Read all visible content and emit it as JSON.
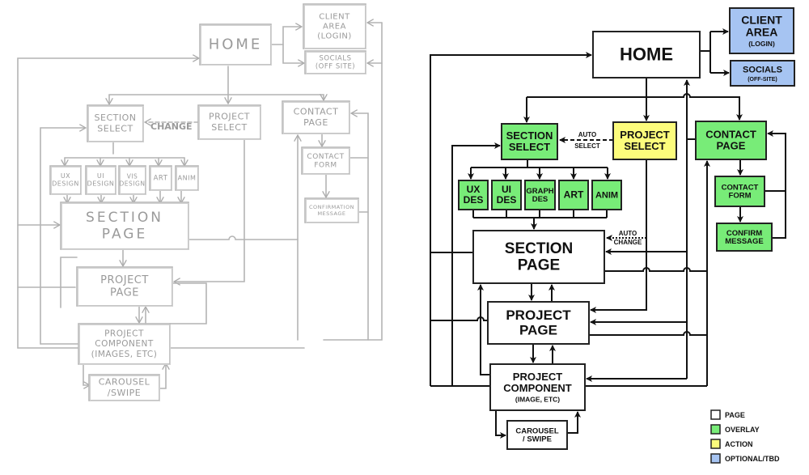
{
  "sketch": {
    "nodes": [
      {
        "id": "home",
        "lines": [
          "HOME"
        ]
      },
      {
        "id": "client_area",
        "lines": [
          "CLIENT",
          "AREA",
          "(LOGIN)"
        ]
      },
      {
        "id": "socials",
        "lines": [
          "SOCIALS",
          "(OFF SITE)"
        ]
      },
      {
        "id": "section_select",
        "lines": [
          "SECTION",
          "SELECT"
        ]
      },
      {
        "id": "project_select",
        "lines": [
          "PROJECT",
          "SELECT"
        ]
      },
      {
        "id": "contact_page",
        "lines": [
          "CONTACT",
          "PAGE"
        ]
      },
      {
        "id": "ux",
        "lines": [
          "UX",
          "DESIGN"
        ]
      },
      {
        "id": "ui",
        "lines": [
          "UI",
          "DESIGN"
        ]
      },
      {
        "id": "vis",
        "lines": [
          "VIS",
          "DESIGN"
        ]
      },
      {
        "id": "art",
        "lines": [
          "ART"
        ]
      },
      {
        "id": "anim",
        "lines": [
          "ANIM"
        ]
      },
      {
        "id": "contact_form",
        "lines": [
          "CONTACT",
          "FORM"
        ]
      },
      {
        "id": "confirmation",
        "lines": [
          "CONFIRMATION",
          "MESSAGE"
        ]
      },
      {
        "id": "section_page",
        "lines": [
          "SECTION",
          "PAGE"
        ]
      },
      {
        "id": "project_page",
        "lines": [
          "PROJECT",
          "PAGE"
        ]
      },
      {
        "id": "component",
        "lines": [
          "PROJECT",
          "COMPONENT",
          "(IMAGES, ETC)"
        ]
      },
      {
        "id": "carousel",
        "lines": [
          "CAROUSEL",
          "/SWIPE"
        ]
      }
    ],
    "change_label": "CHANGE"
  },
  "diagram": {
    "nodes": [
      {
        "id": "home",
        "type": "page",
        "lines": [
          "HOME"
        ]
      },
      {
        "id": "client_area",
        "type": "optional",
        "lines": [
          "CLIENT",
          "AREA"
        ],
        "sub": "(LOGIN)"
      },
      {
        "id": "socials",
        "type": "optional",
        "lines": [
          "SOCIALS"
        ],
        "sub": "(OFF-SITE)"
      },
      {
        "id": "section_select",
        "type": "overlay",
        "lines": [
          "SECTION",
          "SELECT"
        ]
      },
      {
        "id": "project_select",
        "type": "action",
        "lines": [
          "PROJECT",
          "SELECT"
        ]
      },
      {
        "id": "contact_page",
        "type": "overlay",
        "lines": [
          "CONTACT",
          "PAGE"
        ]
      },
      {
        "id": "ux",
        "type": "overlay",
        "lines": [
          "UX",
          "DES"
        ]
      },
      {
        "id": "ui",
        "type": "overlay",
        "lines": [
          "UI",
          "DES"
        ]
      },
      {
        "id": "graph",
        "type": "overlay",
        "lines": [
          "GRAPH",
          "DES"
        ]
      },
      {
        "id": "art",
        "type": "overlay",
        "lines": [
          "ART"
        ]
      },
      {
        "id": "anim",
        "type": "overlay",
        "lines": [
          "ANIM"
        ]
      },
      {
        "id": "contact_form",
        "type": "overlay",
        "lines": [
          "CONTACT",
          "FORM"
        ]
      },
      {
        "id": "confirm",
        "type": "overlay",
        "lines": [
          "CONFIRM",
          "MESSAGE"
        ]
      },
      {
        "id": "section_page",
        "type": "page",
        "lines": [
          "SECTION",
          "PAGE"
        ]
      },
      {
        "id": "project_page",
        "type": "page",
        "lines": [
          "PROJECT",
          "PAGE"
        ]
      },
      {
        "id": "component",
        "type": "page",
        "lines": [
          "PROJECT",
          "COMPONENT"
        ],
        "sub": "(IMAGE, ETC)"
      },
      {
        "id": "carousel",
        "type": "page",
        "lines": [
          "CAROUSEL",
          "/ SWIPE"
        ]
      }
    ],
    "auto_select": [
      "AUTO",
      "SELECT"
    ],
    "auto_change": [
      "AUTO",
      "CHANGE"
    ]
  },
  "legend": [
    {
      "type": "page",
      "label": "PAGE"
    },
    {
      "type": "overlay",
      "label": "OVERLAY"
    },
    {
      "type": "action",
      "label": "ACTION"
    },
    {
      "type": "optional",
      "label": "OPTIONAL/TBD"
    }
  ],
  "colors": {
    "page": "#ffffff",
    "overlay": "#78ec78",
    "action": "#fcfc7c",
    "optional": "#a6c4f2"
  }
}
